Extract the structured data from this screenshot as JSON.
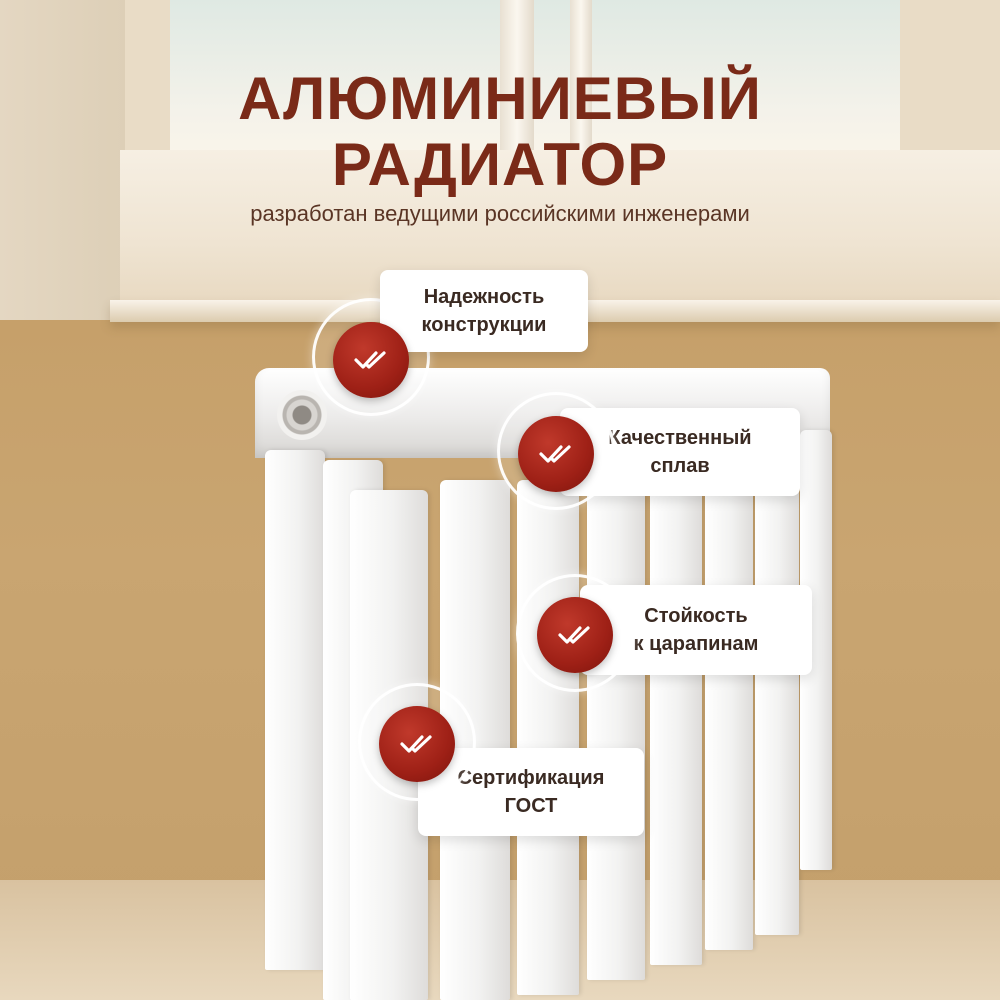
{
  "banner": {
    "title_line1": "АЛЮМИНИЕВЫЙ",
    "title_line2": "РАДИАТОР",
    "subtitle": "разработан ведущими российскими инженерами"
  },
  "features": [
    {
      "line1": "Надежность",
      "line2": "конструкции",
      "icon": "double-check-icon"
    },
    {
      "line1": "Качественный",
      "line2": "сплав",
      "icon": "double-check-icon"
    },
    {
      "line1": "Стойкость",
      "line2": "к царапинам",
      "icon": "double-check-icon"
    },
    {
      "line1": "Сертификация",
      "line2": "ГОСТ",
      "icon": "double-check-icon"
    }
  ],
  "colors": {
    "title": "#7a2a18",
    "badge": "#9e2016",
    "wall": "#c6a06a"
  }
}
